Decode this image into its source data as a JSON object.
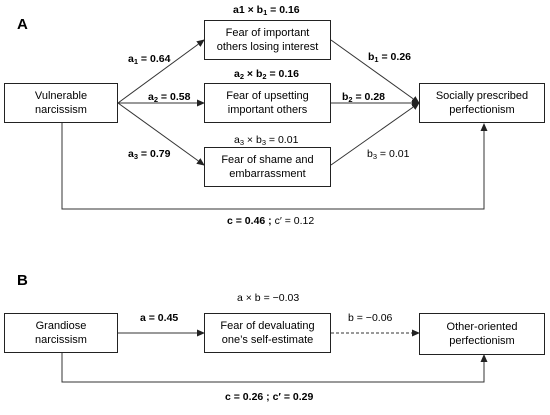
{
  "panel_a": {
    "letter": "A",
    "boxes": {
      "vulnerable": "Vulnerable\nnarcissism",
      "med1": "Fear of important\nothers losing interest",
      "med2": "Fear of upsetting\nimportant others",
      "med3": "Fear of shame and\nembarrassment",
      "outcome": "Socially prescribed\nperfectionism"
    },
    "labels": {
      "ab1": {
        "sym": "a1 × b",
        "sub": "1",
        "val": " = 0.16"
      },
      "ab2": {
        "sym": "a",
        "sub": "2",
        "sym2": " × b",
        "sub2": "2",
        "val": " = 0.16"
      },
      "ab3": {
        "sym": "a",
        "sub": "3",
        "sym2": " × b",
        "sub2": "3",
        "val": " = 0.01"
      },
      "a1": {
        "sym": "a",
        "sub": "1",
        "val": " = 0.64"
      },
      "a2": {
        "sym": "a",
        "sub": "2",
        "val": " = 0.58"
      },
      "a3": {
        "sym": "a",
        "sub": "3",
        "val": " = 0.79"
      },
      "b1": {
        "sym": "b",
        "sub": "1",
        "val": " = 0.26"
      },
      "b2": {
        "sym": "b",
        "sub": "2",
        "val": " = 0.28"
      },
      "b3": {
        "sym": "b",
        "sub": "3",
        "val": " = 0.01"
      },
      "c": "c = 0.46 ;",
      "cprime": " c′ = 0.12"
    }
  },
  "panel_b": {
    "letter": "B",
    "boxes": {
      "grandiose": "Grandiose\nnarcissism",
      "mediator": "Fear of devaluating\none’s self-estimate",
      "outcome": "Other-oriented\nperfectionism"
    },
    "labels": {
      "ab": "a × b = −0.03",
      "a": "a = 0.45",
      "b": "b = −0.06",
      "c": "c = 0.26 ; c′ = 0.29"
    }
  }
}
